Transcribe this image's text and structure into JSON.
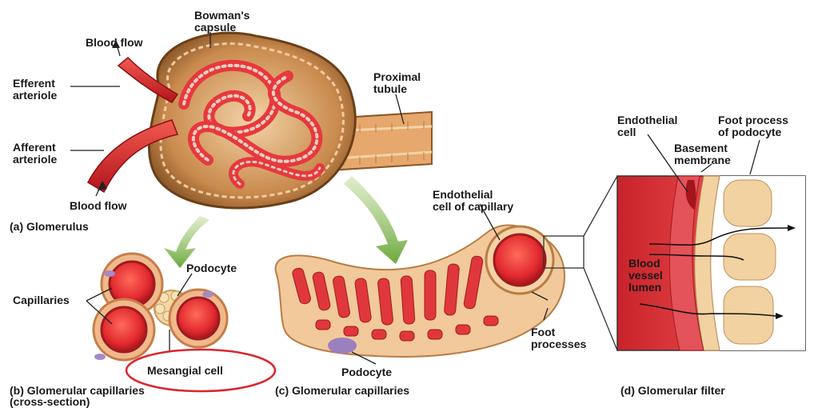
{
  "labels": {
    "bowmans_capsule": "Bowman's\ncapsule",
    "blood_flow_top": "Blood flow",
    "efferent_arteriole": "Efferent\narteriole",
    "afferent_arteriole": "Afferent\narteriole",
    "blood_flow_bottom": "Blood flow",
    "proximal_tubule": "Proximal\ntubule",
    "podocyte_b": "Podocyte",
    "capillaries": "Capillaries",
    "mesangial_cell": "Mesangial cell",
    "endothelial_cell_capillary": "Endothelial\ncell of capillary",
    "foot_processes": "Foot\nprocesses",
    "podocyte_c": "Podocyte",
    "endothelial_cell": "Endothelial\ncell",
    "foot_process_podocyte": "Foot process\nof podocyte",
    "basement_membrane": "Basement\nmembrane",
    "blood_vessel_lumen": "Blood\nvessel\nlumen"
  },
  "captions": {
    "a": "(a)  Glomerulus",
    "b": "(b)  Glomerular capillaries\n       (cross-section)",
    "c": "(c)  Glomerular capillaries",
    "d": "(d)  Glomerular filter"
  },
  "colors": {
    "artery": "#d6202a",
    "tissue": "#e8b98c",
    "tissue_dark": "#8a5a2b",
    "capillary_red": "#e8353a",
    "highlight_circle": "#d9262c",
    "arrow_green": "#7fb24e"
  }
}
